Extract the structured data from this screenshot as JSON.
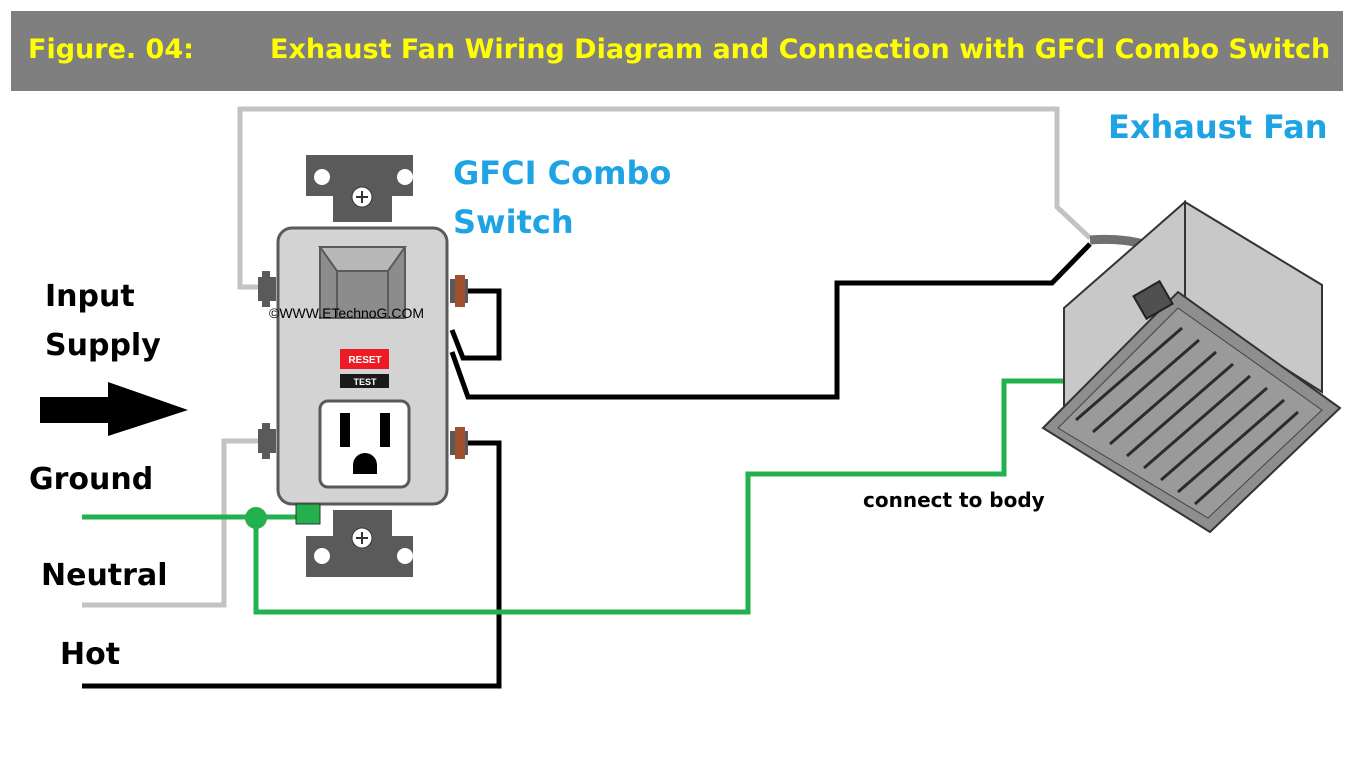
{
  "header": {
    "figure_number": "Figure. 04:",
    "title": "Exhaust Fan Wiring Diagram and Connection with GFCI Combo Switch"
  },
  "labels": {
    "gfci_line1": "GFCI Combo",
    "gfci_line2": "Switch",
    "exhaust_fan": "Exhaust Fan",
    "input_line1": "Input",
    "input_line2": "Supply",
    "ground": "Ground",
    "neutral": "Neutral",
    "hot": "Hot",
    "connect_to_body": "connect to body",
    "watermark": "©WWW.ETechnoG.COM"
  },
  "device": {
    "reset_label": "RESET",
    "test_label": "TEST"
  },
  "colors": {
    "banner": "#7f7f7f",
    "title_text": "#ffff00",
    "accent_label": "#1ea3e4",
    "ground_wire": "#22b14c",
    "neutral_wire": "#c3c3c3",
    "hot_wire": "#000000",
    "reset_button": "#ed1c24"
  }
}
